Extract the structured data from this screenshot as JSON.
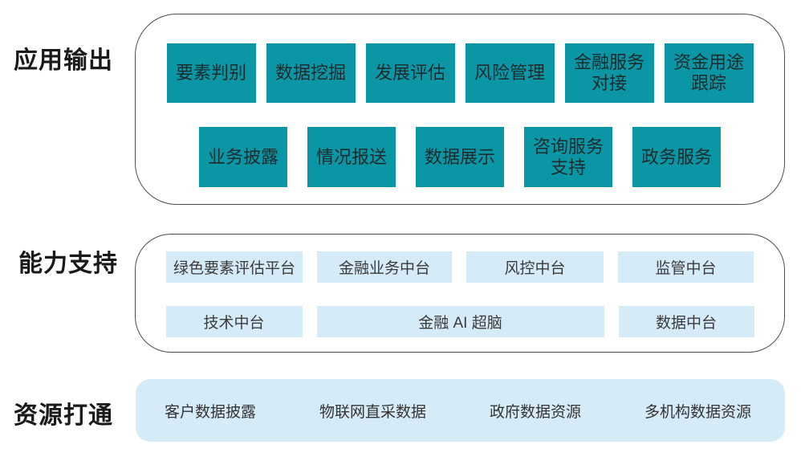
{
  "colors": {
    "teal": "#0a96a4",
    "light_blue": "#d6ebf8",
    "container_border": "#4d4d4d"
  },
  "app_output": {
    "label": "应用输出",
    "row1": [
      "要素判别",
      "数据挖掘",
      "发展评估",
      "风险管理",
      "金融服务\n对接",
      "资金用途\n跟踪"
    ],
    "row2": [
      "业务披露",
      "情况报送",
      "数据展示",
      "咨询服务\n支持",
      "政务服务"
    ]
  },
  "capability": {
    "label": "能力支持",
    "row1": [
      "绿色要素评估平台",
      "金融业务中台",
      "风控中台",
      "监管中台"
    ],
    "row2": [
      "技术中台",
      "金融 AI 超脑",
      "数据中台"
    ]
  },
  "resources": {
    "label": "资源打通",
    "items": [
      "客户数据披露",
      "物联网直采数据",
      "政府数据资源",
      "多机构数据资源"
    ]
  }
}
